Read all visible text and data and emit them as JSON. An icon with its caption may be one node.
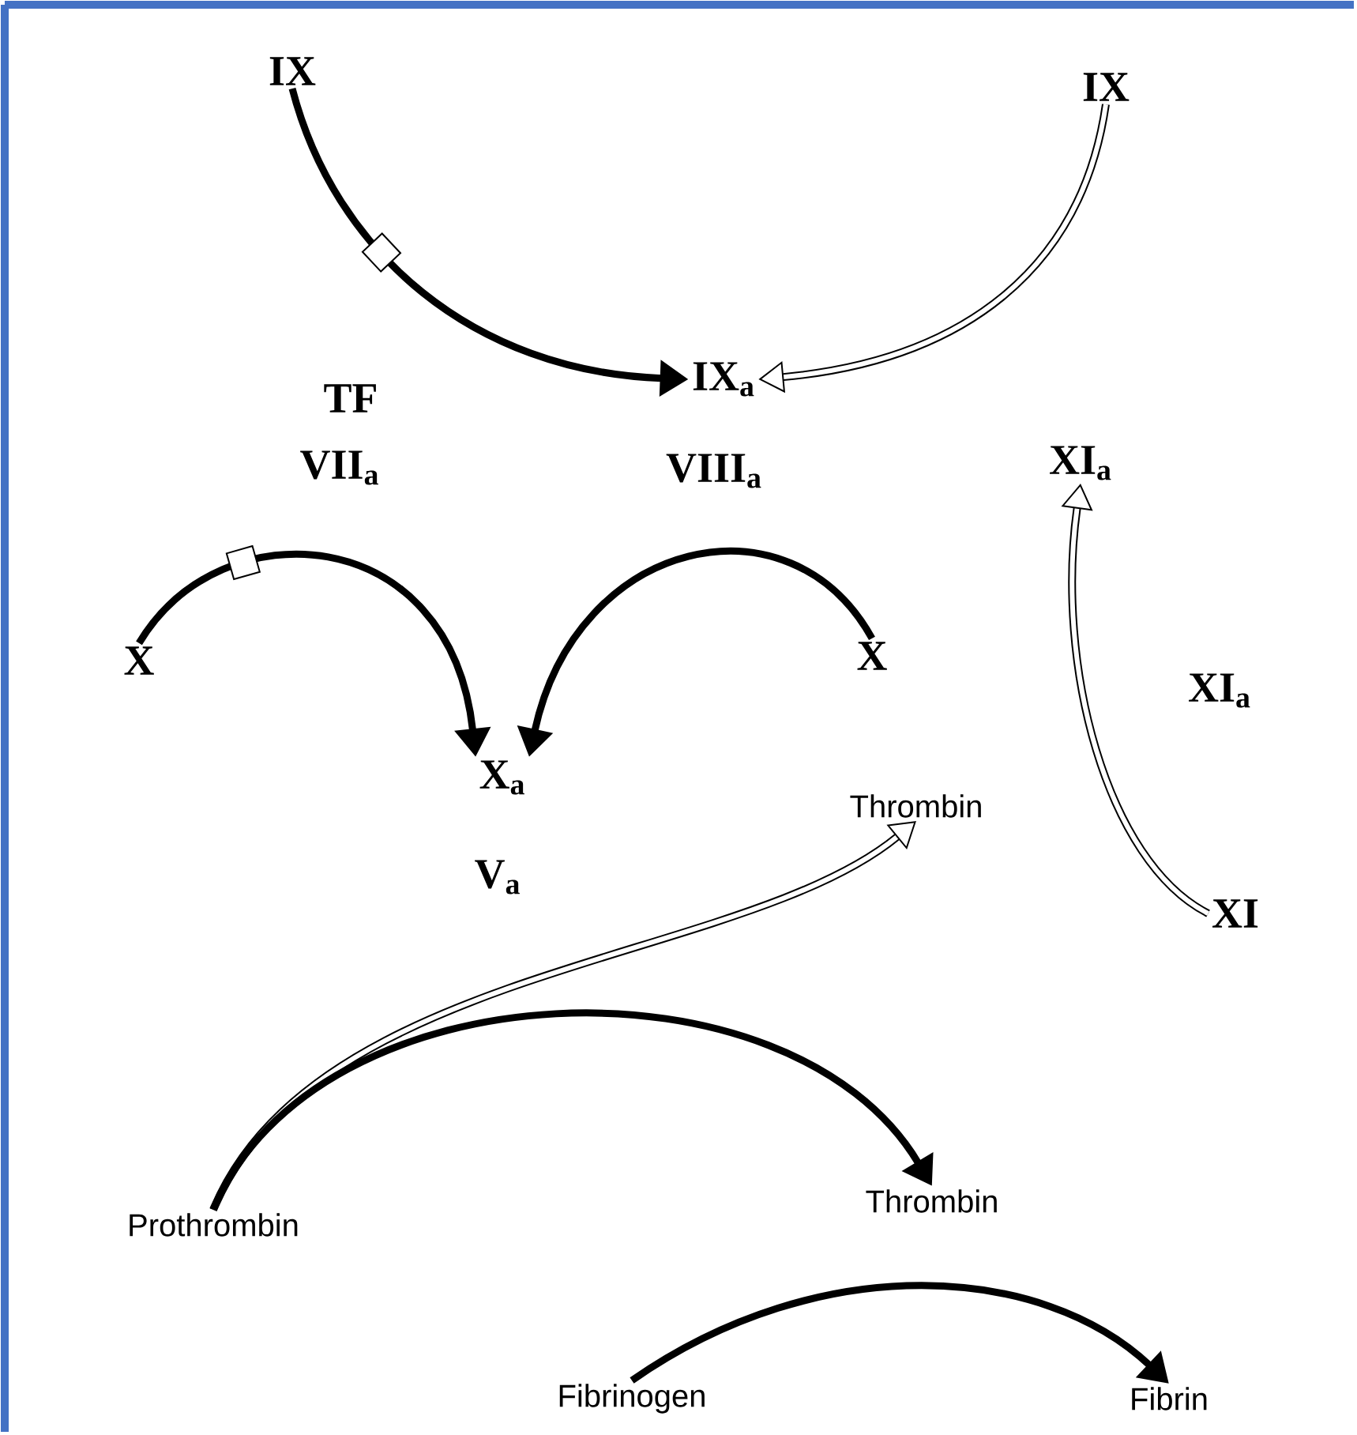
{
  "diagram": {
    "nodes": [
      {
        "text": [
          "IX"
        ]
      },
      {
        "text": [
          "IX"
        ]
      },
      {
        "text": [
          "IX$_{a}$"
        ]
      },
      {
        "text": [
          "XI$_{a}$"
        ]
      },
      {
        "text": [
          "X"
        ]
      },
      {
        "text": [
          "X"
        ]
      },
      {
        "text": [
          "X$_{a}$"
        ]
      },
      {
        "text": [
          "Thrombin"
        ]
      },
      {
        "text": [
          "XI"
        ]
      },
      {
        "text": [
          "Prothrombin"
        ]
      },
      {
        "text": [
          "Thrombin"
        ]
      },
      {
        "text": [
          "Fibrinogen"
        ]
      },
      {
        "text": [
          "Fibrin"
        ]
      }
    ],
    "edges": [
      {
        "from": 0,
        "to": 2,
        "arrow": "to"
      },
      {
        "from": 1,
        "to": 2,
        "arrow": "to"
      },
      {
        "from": 4,
        "to": 6,
        "arrow": "to"
      },
      {
        "from": 5,
        "to": 6,
        "arrow": "to"
      },
      {
        "from": 8,
        "to": 3,
        "arrow": "to",
        "label": "XI$_{a}$"
      },
      {
        "from": 9,
        "to": 7,
        "arrow": "to"
      },
      {
        "from": 9,
        "to": 10,
        "arrow": "to"
      },
      {
        "from": 11,
        "to": 12,
        "arrow": "to"
      }
    ],
    "labels": [
      "TF",
      "VII$_{a}$",
      "VIII$_{a}$",
      "V$_{a}$"
    ]
  }
}
